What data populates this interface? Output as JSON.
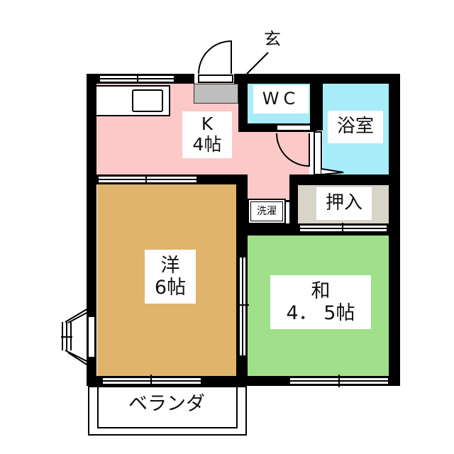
{
  "floorplan": {
    "rooms": {
      "kitchen": {
        "name": "K",
        "size": "4帖",
        "label": "K\n4帖",
        "color": "#fcc8c8"
      },
      "wc": {
        "label": "WC",
        "color": "#a8ecfa"
      },
      "bath": {
        "label": "浴室",
        "color": "#a8ecfa"
      },
      "closet": {
        "label": "押入",
        "color": "#d8d4c8"
      },
      "laundry": {
        "label": "洗濯"
      },
      "western": {
        "name": "洋",
        "size": "6帖",
        "label": "洋\n6帖",
        "color": "#e0b46c"
      },
      "japanese": {
        "name": "和",
        "size": "4.5帖",
        "label": "和\n4． 5帖",
        "color": "#a0e08a"
      },
      "veranda": {
        "label": "ベランダ"
      }
    },
    "entrance": {
      "label": "玄"
    },
    "colors": {
      "wall": "#000000",
      "storage_gray": "#bebebe"
    }
  }
}
